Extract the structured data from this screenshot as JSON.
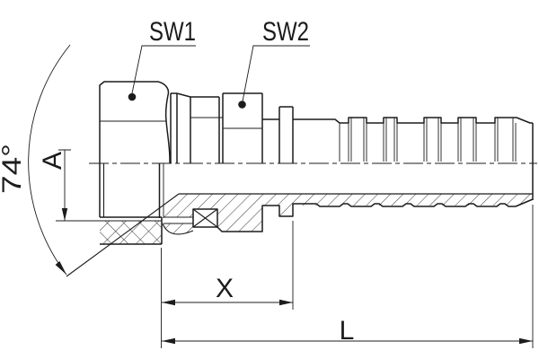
{
  "drawing": {
    "kind": "technical-section-drawing",
    "colors": {
      "background": "#ffffff",
      "line": "#1c1c1c"
    },
    "labels": {
      "sw1": "SW1",
      "sw2": "SW2",
      "cone_angle": "74°",
      "dim_a": "A",
      "dim_x": "X",
      "dim_l": "L"
    }
  }
}
